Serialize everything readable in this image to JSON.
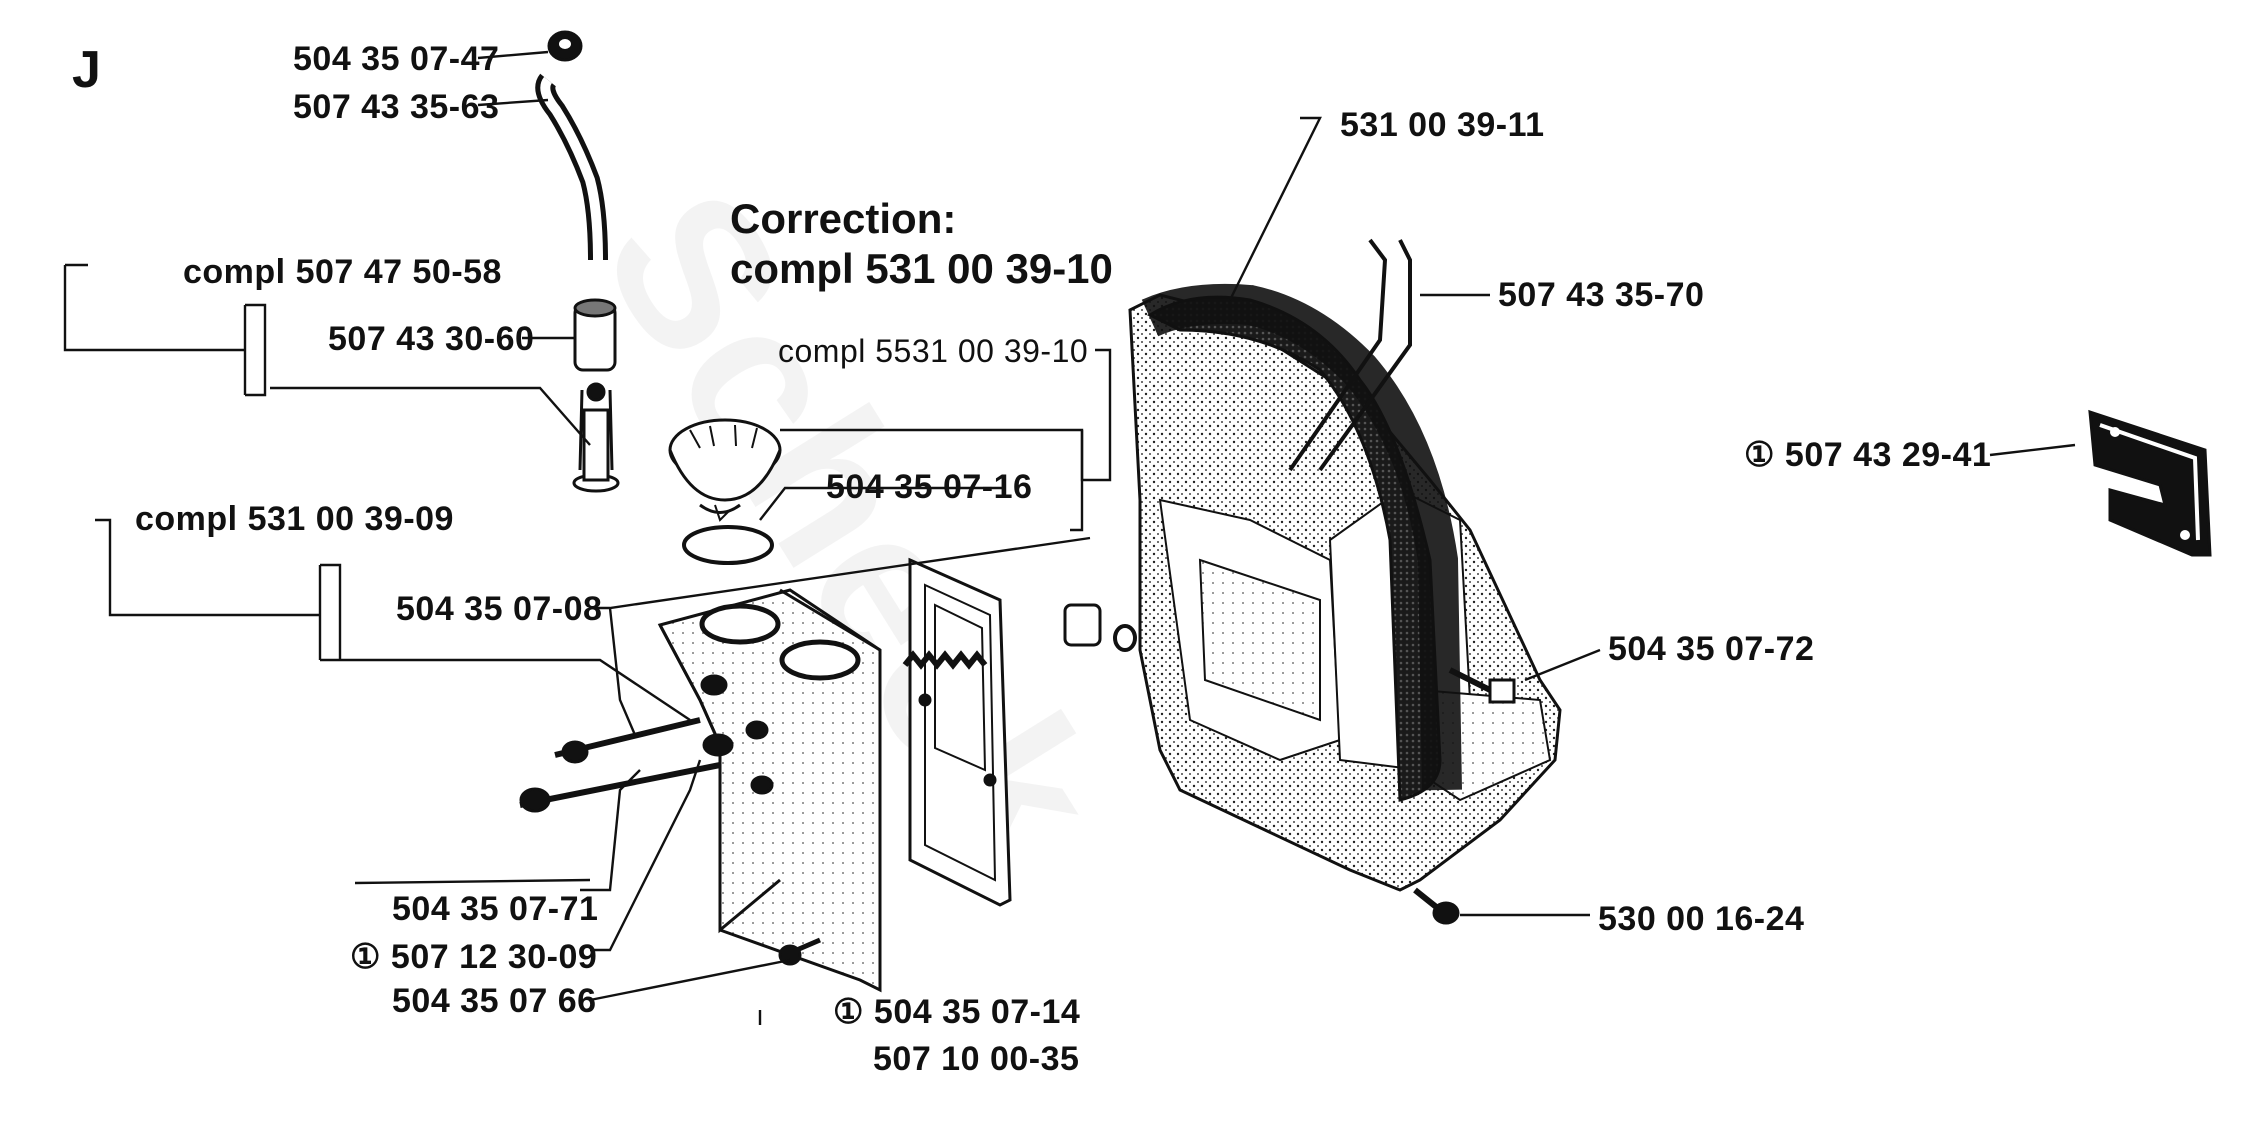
{
  "section": {
    "letter": "J"
  },
  "correction": {
    "line1": "Correction:",
    "line2": "compl 531 00 39-10"
  },
  "watermark": {
    "text": "Scheck",
    "brand_color": "#000000"
  },
  "labels": [
    {
      "id": "p504350747",
      "text": "504 35 07-47"
    },
    {
      "id": "p507433563",
      "text": "507 43 35-63"
    },
    {
      "id": "pcompl507475058",
      "text": "compl 507 47 50-58"
    },
    {
      "id": "p507433060",
      "text": "507 43 30-60"
    },
    {
      "id": "pcompl5531003910",
      "text": "compl 5531 00 39-10"
    },
    {
      "id": "p504350716",
      "text": "504 35 07-16"
    },
    {
      "id": "pcompl531003909",
      "text": "compl 531 00 39-09"
    },
    {
      "id": "p504350708",
      "text": "504 35 07-08"
    },
    {
      "id": "p504350771",
      "text": "504 35 07-71"
    },
    {
      "id": "p507123009",
      "text": "① 507 12 30-09"
    },
    {
      "id": "p504350766",
      "text": "504 35 07 66"
    },
    {
      "id": "p504350714",
      "text": "① 504 35 07-14"
    },
    {
      "id": "p507100035",
      "text": "507 10 00-35"
    },
    {
      "id": "p531003911",
      "text": "531 00 39-11"
    },
    {
      "id": "p507433570",
      "text": "507 43 35-70"
    },
    {
      "id": "p507432941",
      "text": "① 507 43 29-41"
    },
    {
      "id": "p504350772",
      "text": "504 35 07-72"
    },
    {
      "id": "p530001624",
      "text": "530 00 16-24"
    }
  ]
}
